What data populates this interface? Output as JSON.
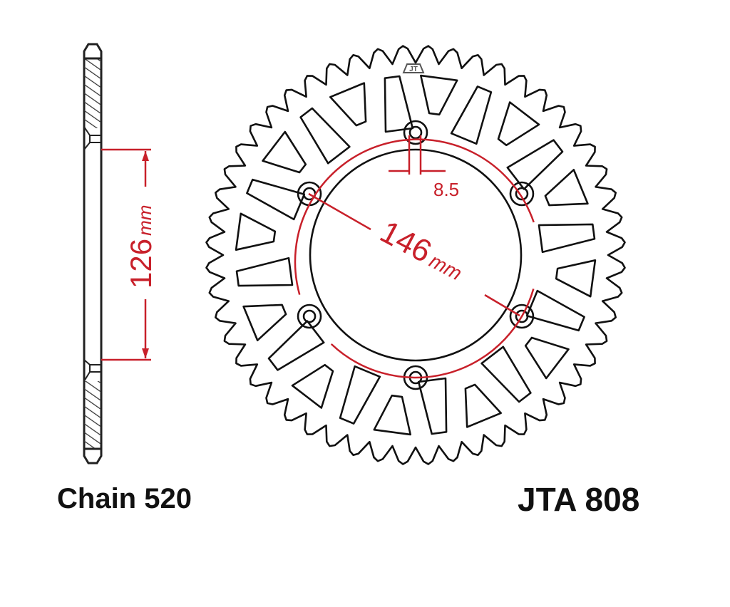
{
  "labels": {
    "chain": "Chain 520",
    "part_number": "JTA 808"
  },
  "dimensions": {
    "bolt_circle": {
      "value": "146",
      "unit": "mm"
    },
    "bolt_hole": {
      "value": "8.5"
    },
    "center_bore": {
      "value": "126",
      "unit": "mm"
    }
  },
  "logo": {
    "text": "JT"
  },
  "sprocket": {
    "teeth": 52,
    "bolt_holes": 6
  },
  "colors": {
    "outline": "#111111",
    "dimension": "#c8202a"
  }
}
